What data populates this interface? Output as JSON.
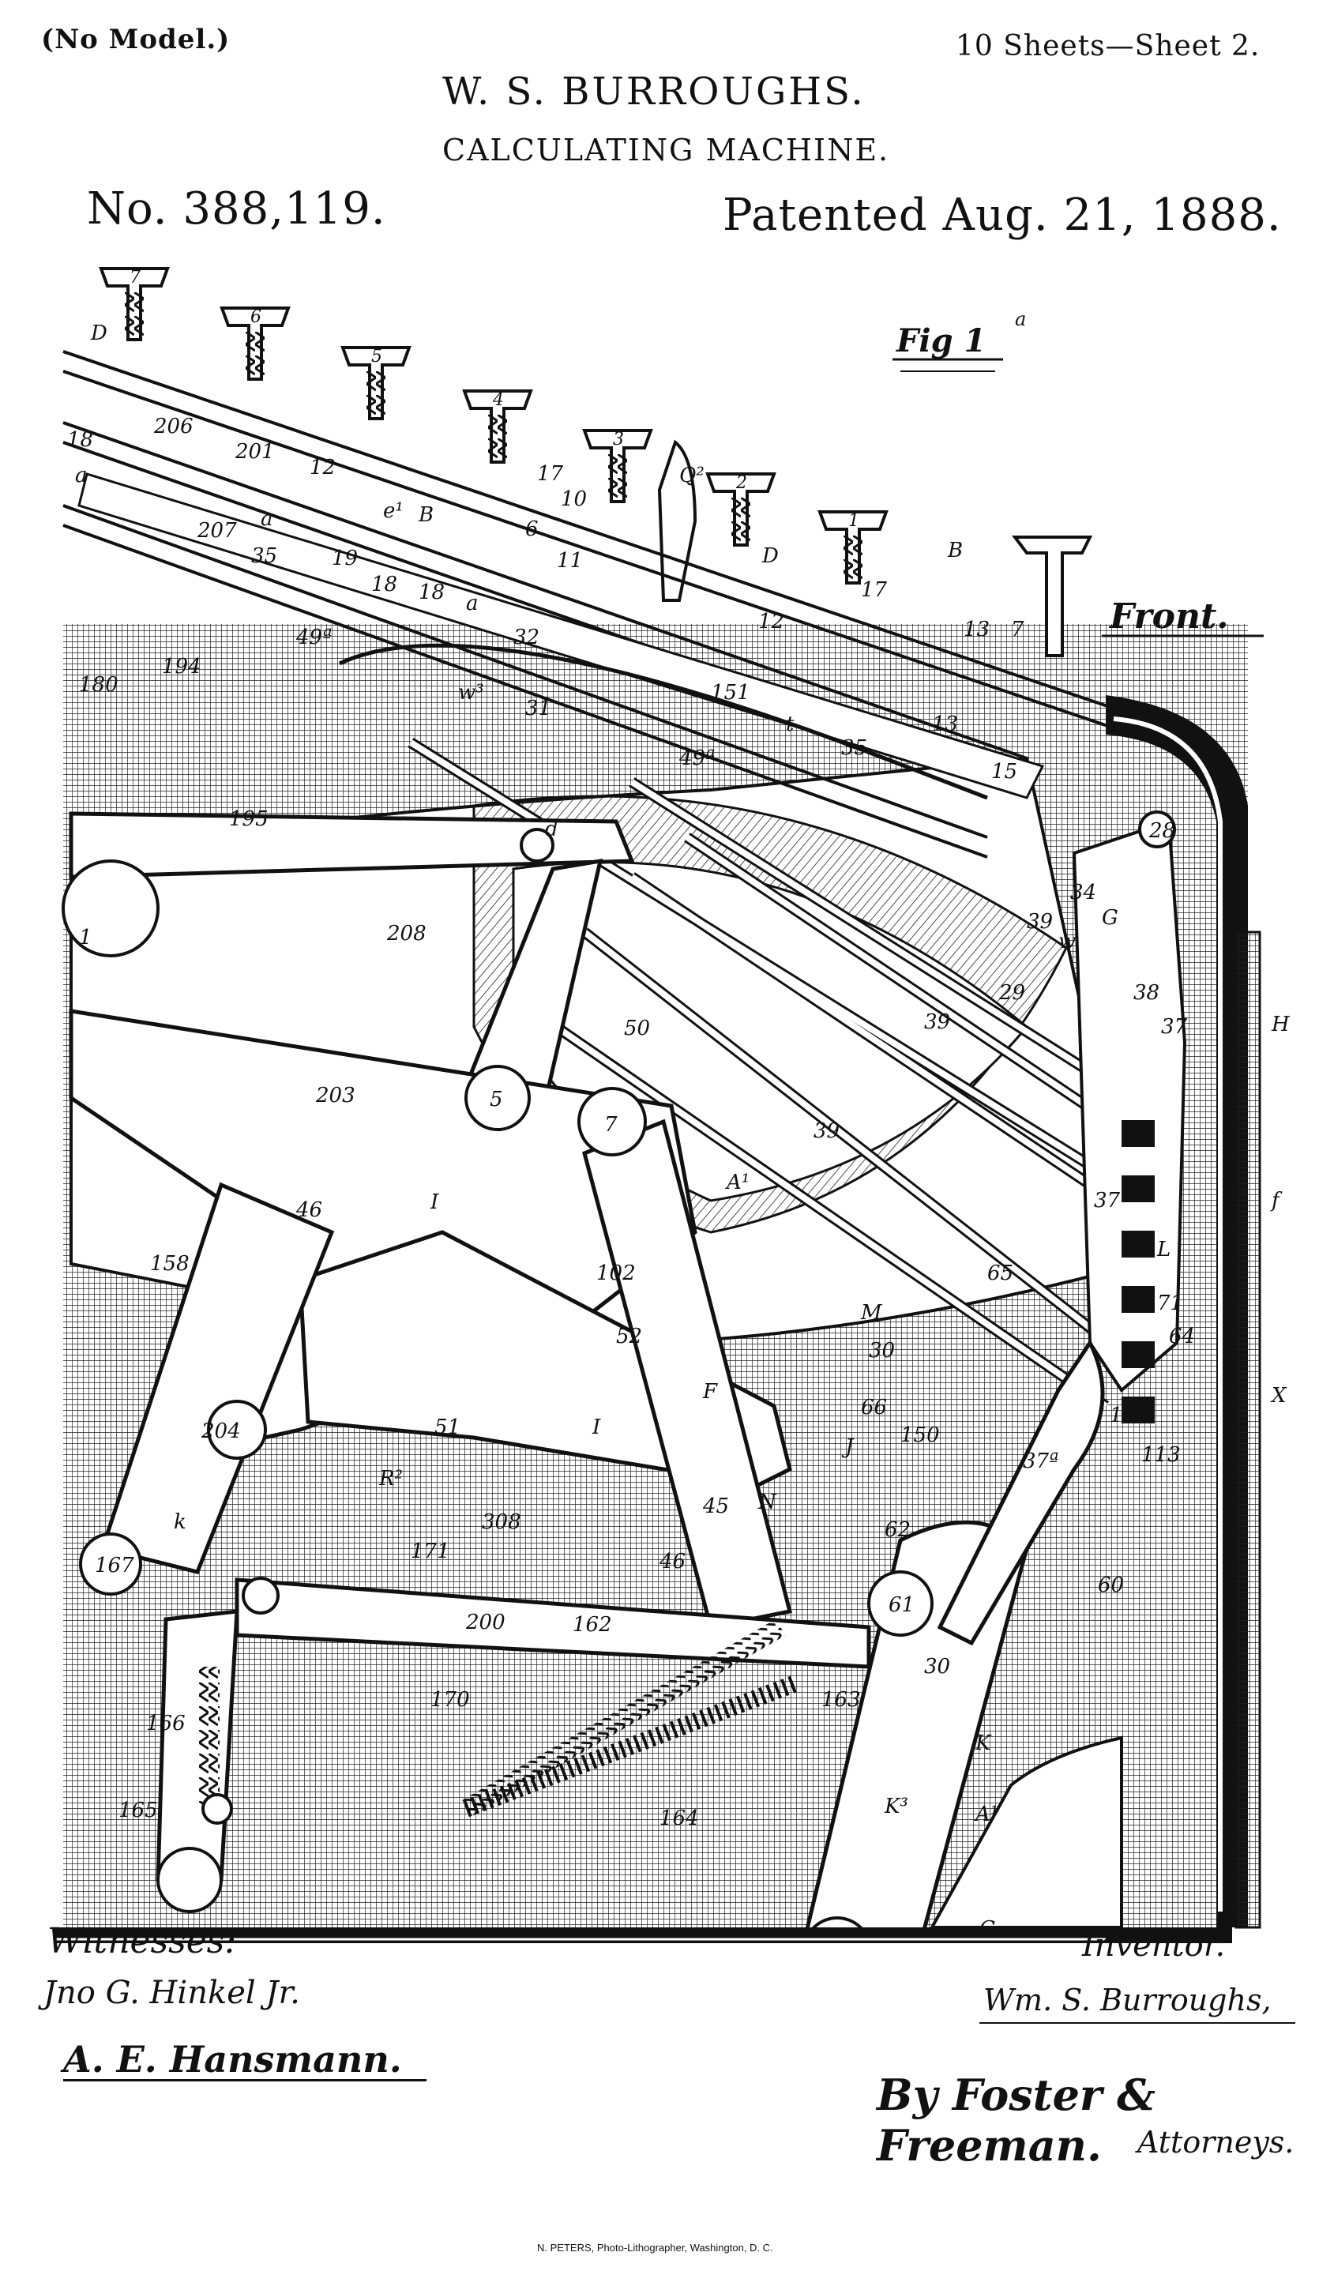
{
  "header": {
    "model_note": "(No Model.)",
    "sheet_info": "10 Sheets—Sheet 2.",
    "inventor_name": "W. S. BURROUGHS.",
    "invention_title": "CALCULATING MACHINE.",
    "patent_number": "No. 388,119.",
    "patent_date": "Patented Aug. 21, 1888."
  },
  "figure": {
    "fig_label": "Fig 1",
    "fig_sup": "a",
    "front_label": "Front.",
    "key_numbers": [
      "7",
      "6",
      "5",
      "4",
      "3",
      "2",
      "1"
    ],
    "labels": {
      "D": "D",
      "B": "B",
      "B2": "B",
      "Q2": "Q²",
      "D2": "D",
      "n18": "18",
      "n206": "206",
      "n201": "201",
      "n12": "12",
      "e1": "e¹",
      "n17": "17",
      "n10": "10",
      "n6": "6",
      "n11": "11",
      "n207": "207",
      "n35": "35",
      "n19": "19",
      "n18b": "18",
      "n18c": "18",
      "a1": "a",
      "a2": "a",
      "a3": "a",
      "n32": "32",
      "n13": "13",
      "n13b": "13",
      "n7": "7",
      "n17b": "17",
      "n12b": "12",
      "n194": "194",
      "n49a": "49ª",
      "w3": "w³",
      "n31": "31",
      "n180": "180",
      "n49a2": "49ª",
      "t": "t",
      "n151": "151",
      "n35b": "35",
      "n15": "15",
      "n195": "195",
      "d": "d",
      "n28": "28",
      "n34": "34",
      "n39": "39",
      "w": "w",
      "G": "G",
      "n38": "38",
      "n37": "37",
      "H": "H",
      "n1": "1",
      "n208": "208",
      "n29": "29",
      "n39b": "39",
      "n50": "50",
      "n5": "5",
      "n7b": "7",
      "n203": "203",
      "A1": "A¹",
      "n39c": "39",
      "n37b": "37",
      "f": "f",
      "n46": "46",
      "I": "I",
      "L": "L",
      "n158": "158",
      "n102": "102",
      "n71": "71",
      "n64": "64",
      "n65": "65",
      "M": "M",
      "n30": "30",
      "n52": "52",
      "F": "F",
      "n66": "66",
      "X": "X",
      "I2": "I",
      "n112": "112",
      "n51": "51",
      "J": "J",
      "n150": "150",
      "n113": "113",
      "n204": "204",
      "n37a": "37ª",
      "R2": "R²",
      "n45": "45",
      "N": "N",
      "n308": "308",
      "n62": "62",
      "n46b": "46",
      "k": "k",
      "n167": "167",
      "n171": "171",
      "n61": "61",
      "n60": "60",
      "n200": "200",
      "n162": "162",
      "n30b": "30",
      "n166": "166",
      "n170": "170",
      "n163": "163",
      "K": "K",
      "n165": "165",
      "n164": "164",
      "K3": "K³",
      "A1b": "A¹",
      "n2": "2",
      "C": "C"
    }
  },
  "footer": {
    "witnesses_label": "Witnesses:",
    "witness_1": "Jno G. Hinkel Jr.",
    "witness_2": "A. E. Hansmann.",
    "inventor_label": "Inventor.",
    "inventor_signature": "Wm. S. Burroughs,",
    "attorney_signature": "By Foster & Freeman.",
    "attorney_label": "Attorneys.",
    "lithographer": "N. PETERS, Photo-Lithographer, Washington, D. C."
  }
}
